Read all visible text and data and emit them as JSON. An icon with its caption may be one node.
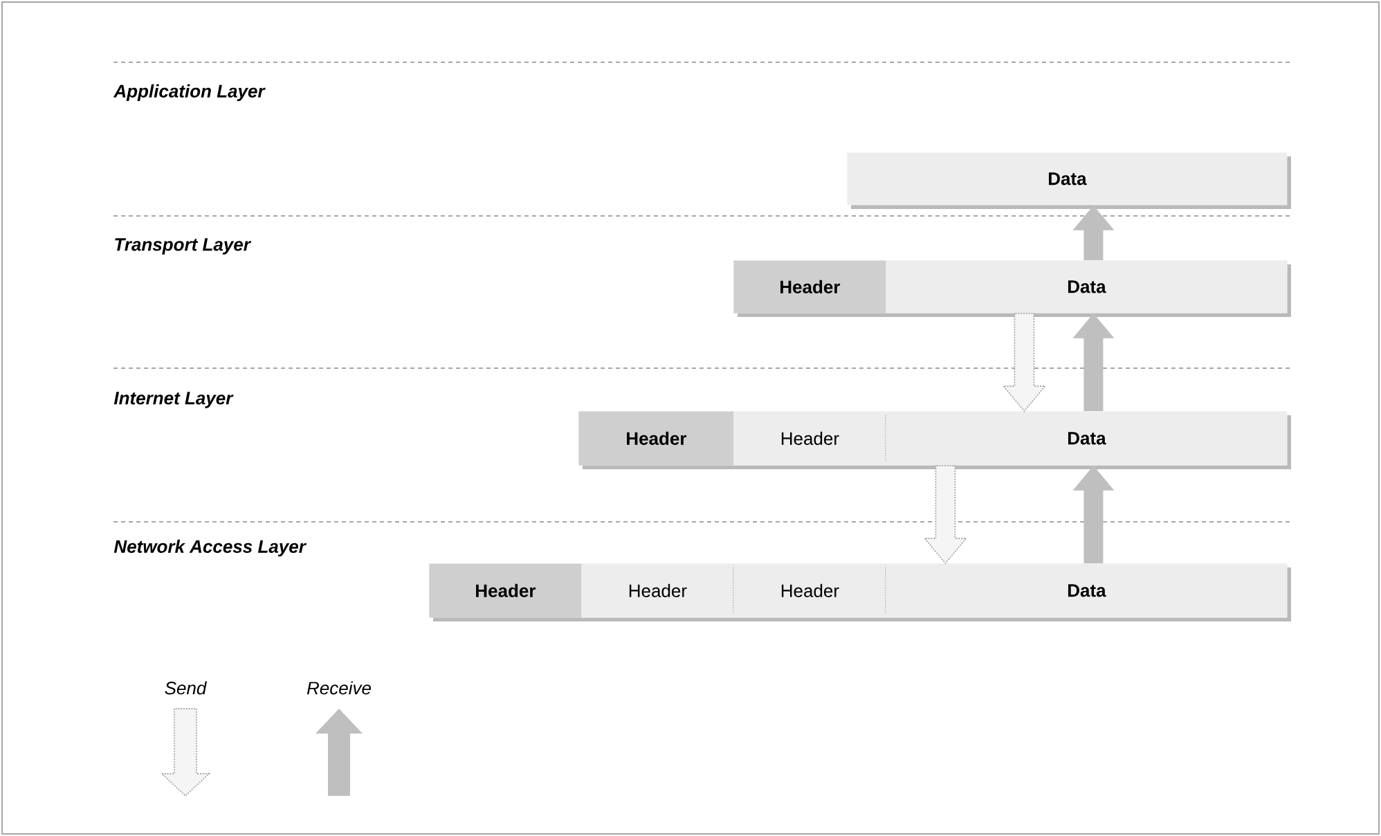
{
  "diagram": {
    "nodes": [
      {
        "text": [
          "Data"
        ]
      },
      {
        "text": [],
        "shape": "bar"
      },
      {
        "text": [
          "Header"
        ],
        "in": 1
      },
      {
        "text": [
          "Data"
        ],
        "in": 1
      },
      {
        "text": [],
        "shape": "bar"
      },
      {
        "text": [
          "Header"
        ],
        "in": 4
      },
      {
        "text": [
          "Header"
        ],
        "in": 4
      },
      {
        "text": [
          "Data"
        ],
        "in": 4
      },
      {
        "text": [],
        "shape": "bar"
      },
      {
        "text": [
          "Header"
        ],
        "in": 8
      },
      {
        "text": [
          "Header"
        ],
        "in": 8
      },
      {
        "text": [
          "Header"
        ],
        "in": 8
      },
      {
        "text": [
          "Data"
        ],
        "in": 8
      }
    ],
    "edges": [
      {
        "from": 1,
        "to": 0,
        "arrow": "to"
      },
      {
        "from": 1,
        "to": 4,
        "arrow": "to",
        "style": "dashed"
      },
      {
        "from": 4,
        "to": 1,
        "arrow": "to"
      },
      {
        "from": 4,
        "to": 8,
        "arrow": "to",
        "style": "dashed"
      },
      {
        "from": 8,
        "to": 4,
        "arrow": "to"
      }
    ],
    "labels": [
      "Application Layer",
      "Transport Layer",
      "Internet Layer",
      "Network Access Layer"
    ],
    "legend": [
      {
        "text": "Send"
      },
      {
        "text": "Receive"
      }
    ]
  }
}
